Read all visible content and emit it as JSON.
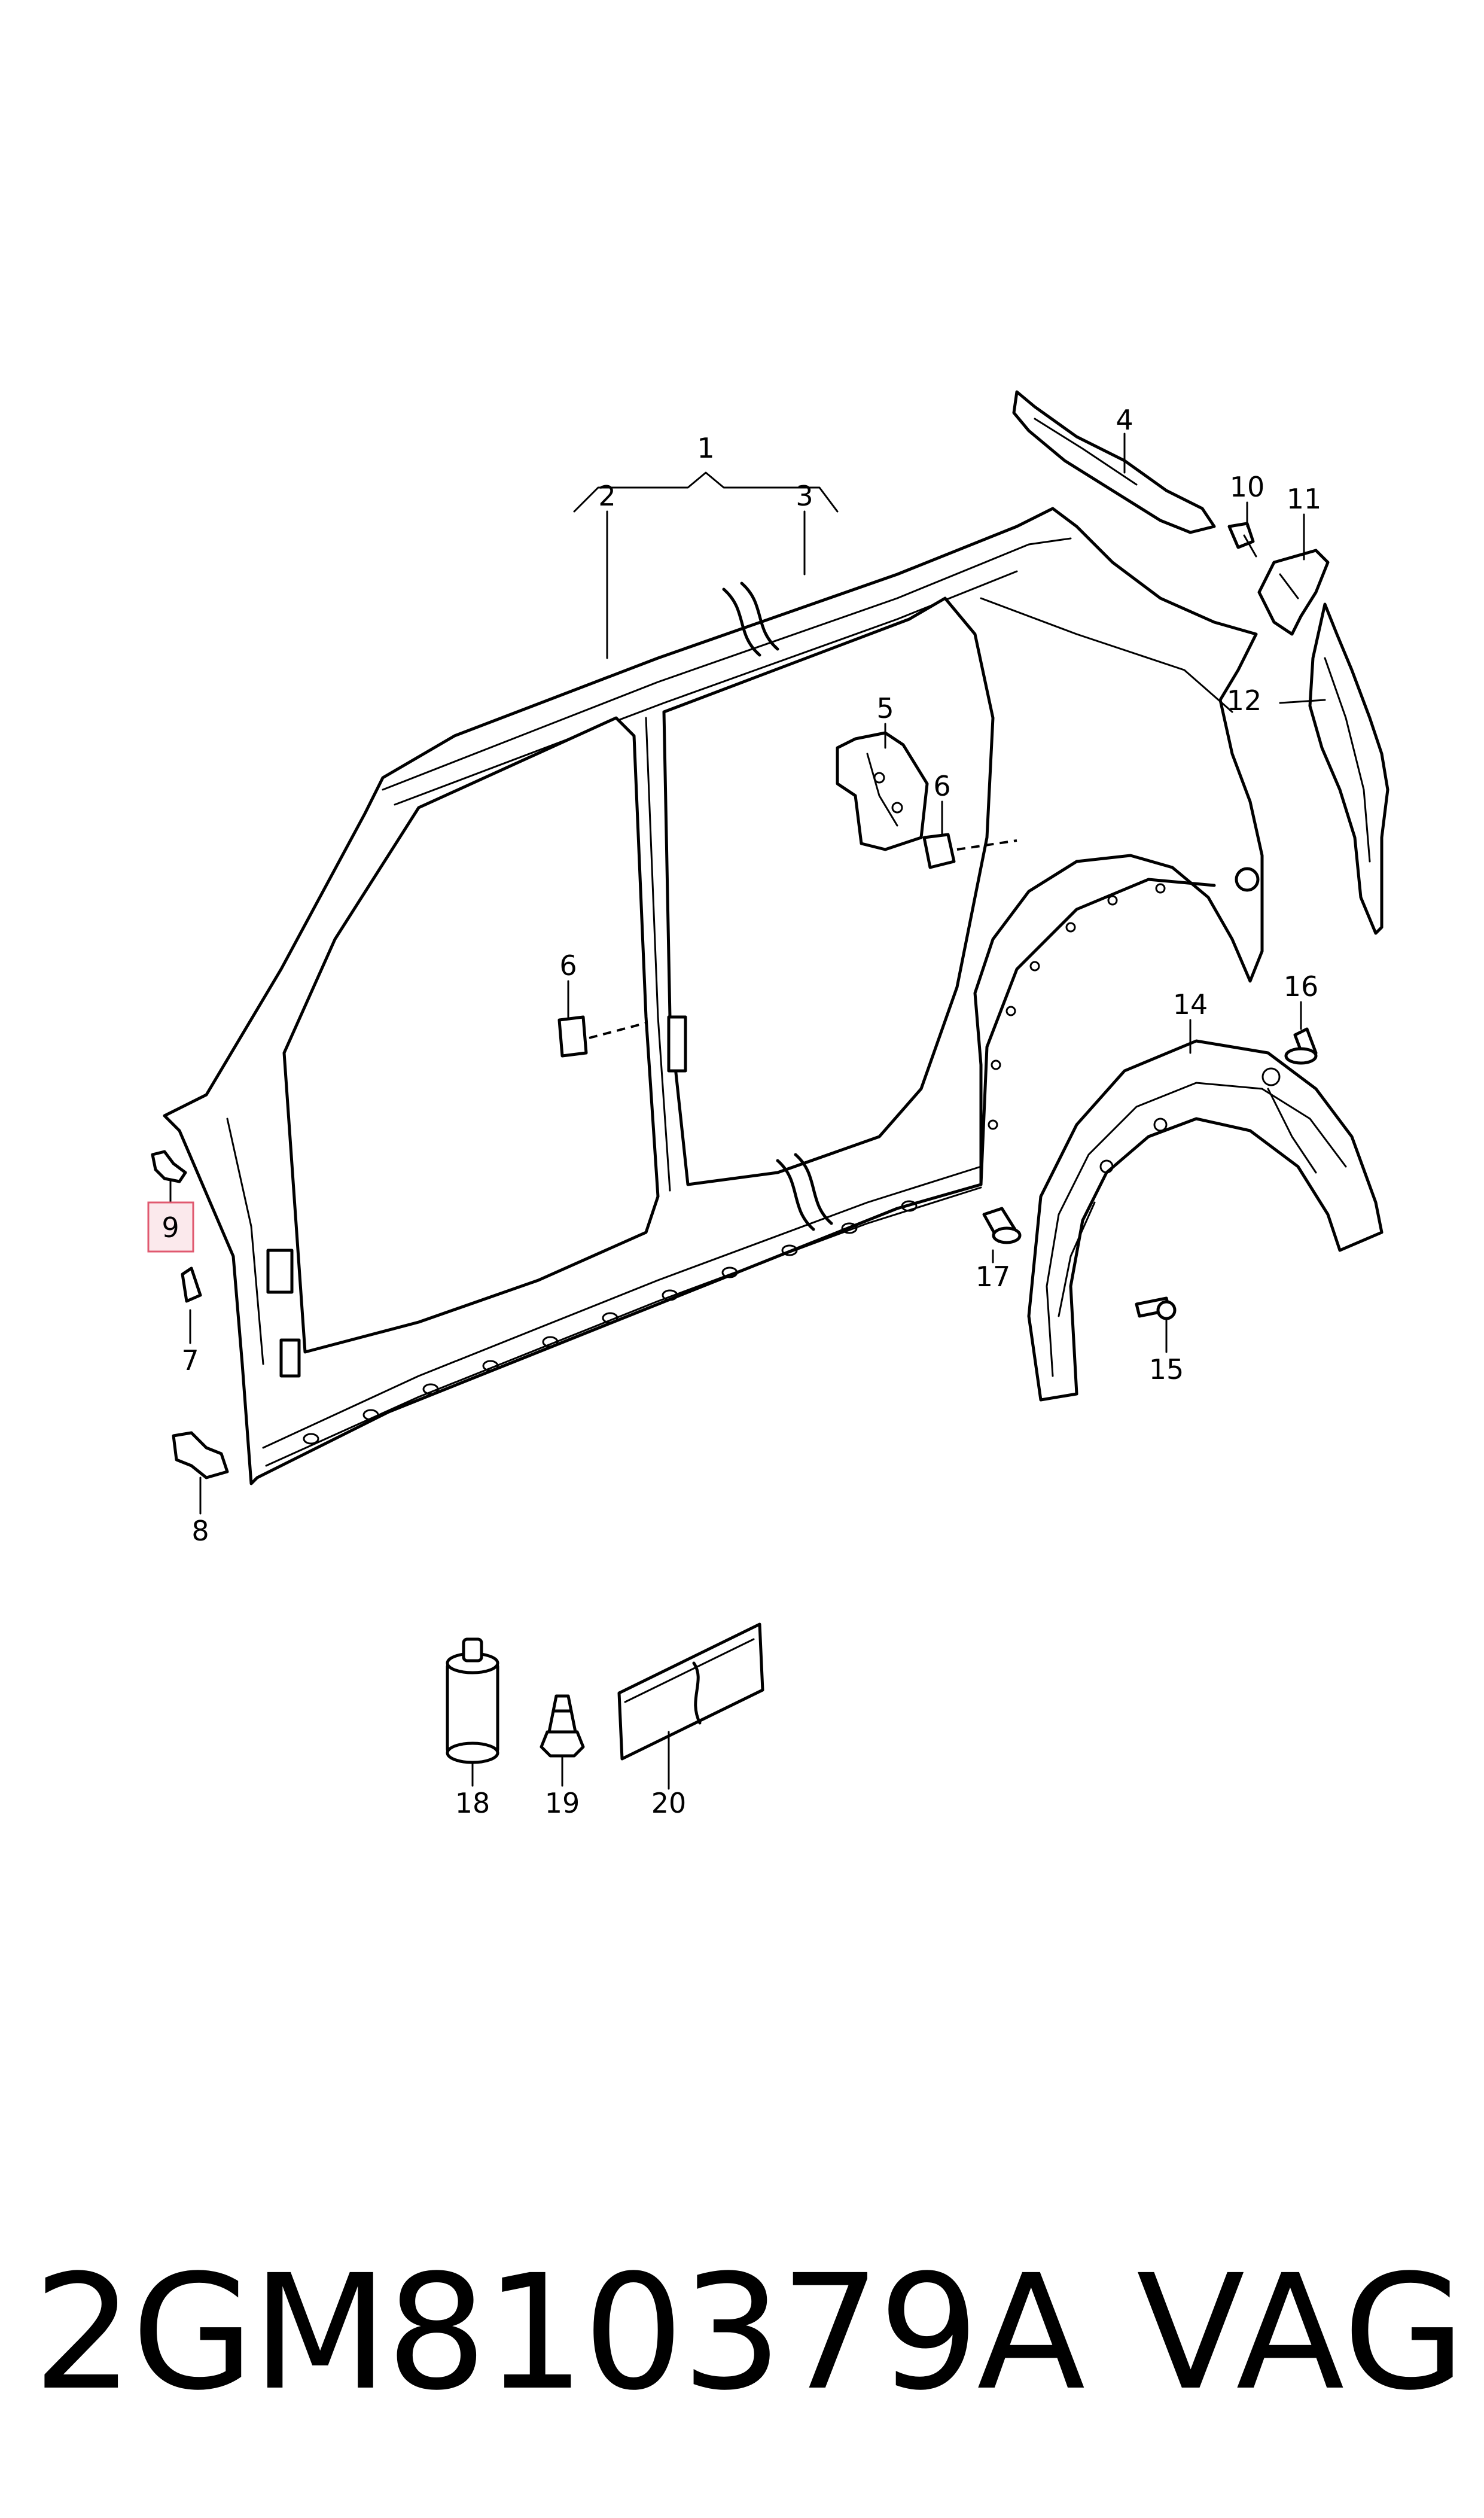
{
  "callouts": {
    "c1": "1",
    "c2": "2",
    "c3": "3",
    "c4": "4",
    "c5": "5",
    "c6a": "6",
    "c6b": "6",
    "c7": "7",
    "c8": "8",
    "c9": "9",
    "c10": "10",
    "c11": "11",
    "c12": "12",
    "c14": "14",
    "c15": "15",
    "c16": "16",
    "c17": "17",
    "c18": "18",
    "c19": "19",
    "c20": "20"
  },
  "highlighted_callout": "9",
  "footer": {
    "part_number": "2GM810379A",
    "brand": "VAG"
  }
}
